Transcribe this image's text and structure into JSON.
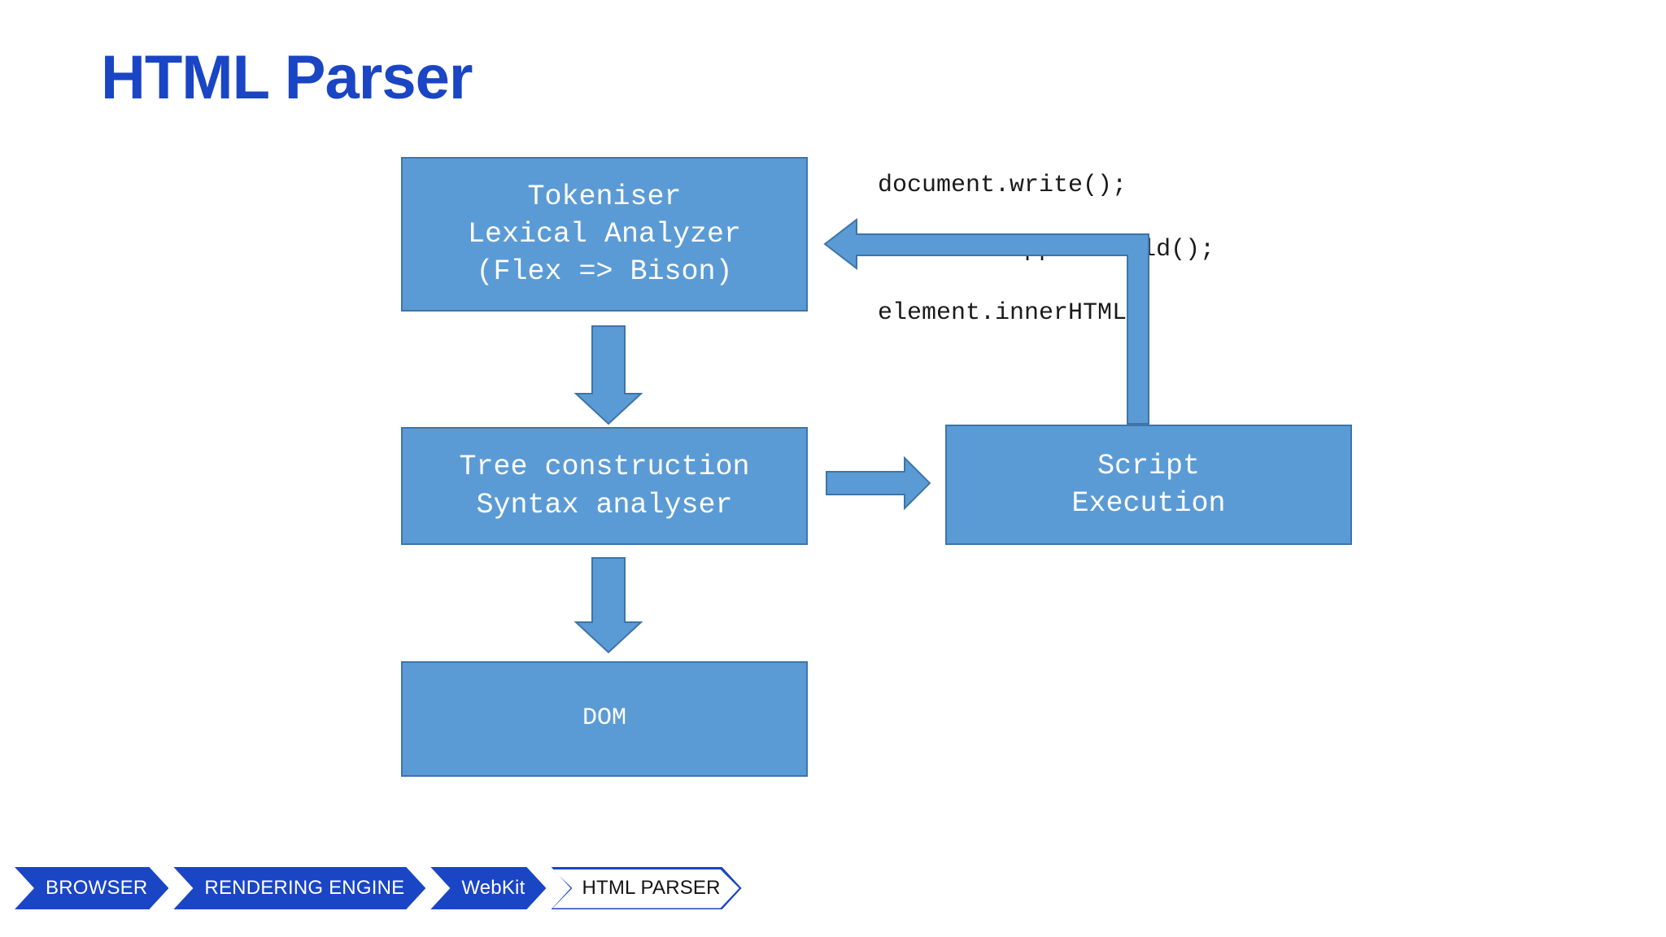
{
  "slide": {
    "title": "HTML Parser",
    "title_color": "#1A45C4",
    "background_color": "#FFFFFF"
  },
  "diagram": {
    "box_fill_color": "#5B9BD5",
    "box_border_color": "#3E74A8",
    "box_text_color": "#FFFFFF",
    "arrow_fill_color": "#5B9BD5",
    "arrow_border_color": "#3E74A8",
    "nodes": {
      "tokeniser": {
        "line1": "Tokeniser",
        "line2": "Lexical Analyzer",
        "line3": "(Flex => Bison)"
      },
      "tree_construction": {
        "line1": "Tree construction",
        "line2": "Syntax analyser"
      },
      "dom": {
        "line1": "DOM"
      },
      "script_execution": {
        "line1": "Script",
        "line2": "Execution"
      }
    },
    "annotation": {
      "line1": "document.write();",
      "line2": "document.appendChild();",
      "line3": "element.innerHTML"
    },
    "edges": [
      {
        "from": "tokeniser",
        "to": "tree_construction",
        "direction": "down"
      },
      {
        "from": "tree_construction",
        "to": "dom",
        "direction": "down"
      },
      {
        "from": "tree_construction",
        "to": "script_execution",
        "direction": "right"
      },
      {
        "from": "script_execution",
        "to": "tokeniser",
        "direction": "up-then-left"
      }
    ]
  },
  "breadcrumb": {
    "filled_color": "#1A45C4",
    "items": [
      {
        "label": "BROWSER",
        "active": false
      },
      {
        "label": "RENDERING ENGINE",
        "active": false
      },
      {
        "label": "WebKit",
        "active": false
      },
      {
        "label": "HTML PARSER",
        "active": true
      }
    ]
  }
}
